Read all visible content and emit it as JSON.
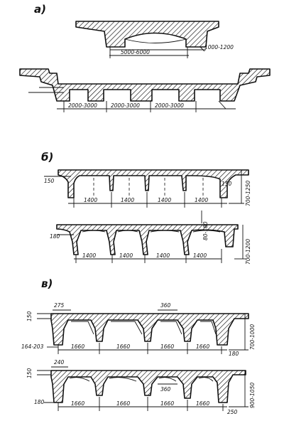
{
  "parts": [
    {
      "label": "а)"
    },
    {
      "label": "б)"
    },
    {
      "label": "в)"
    }
  ],
  "dimensions": {
    "a1_span": "5000-6000",
    "a1_side": "1000-1200",
    "a2_span1": "2000-3000",
    "a2_span2": "2000-3000",
    "a2_span3": "2000-3000",
    "b1_top_left": "150",
    "b1_top_right": "150",
    "b1_spans": [
      "1400",
      "1400",
      "1400",
      "1400"
    ],
    "b1_height": "700-1250",
    "b2_left": "180",
    "b2_between": "80-180",
    "b2_spans": [
      "1400",
      "1400",
      "1400",
      "1400"
    ],
    "b2_height": "700-1200",
    "v1_top": "150",
    "v1_rib_left": "275",
    "v1_rib_mid": "360",
    "v1_left": "164-203",
    "v1_spans": [
      "1660",
      "1660",
      "1660",
      "1660"
    ],
    "v1_right": "180",
    "v1_height": "700-1000",
    "v2_top": "150",
    "v2_rib_left": "240",
    "v2_left": "180",
    "v2_rib_mid": "360",
    "v2_spans": [
      "1660",
      "1660",
      "1660",
      "1660"
    ],
    "v2_right": "250",
    "v2_height": "900-1050"
  }
}
